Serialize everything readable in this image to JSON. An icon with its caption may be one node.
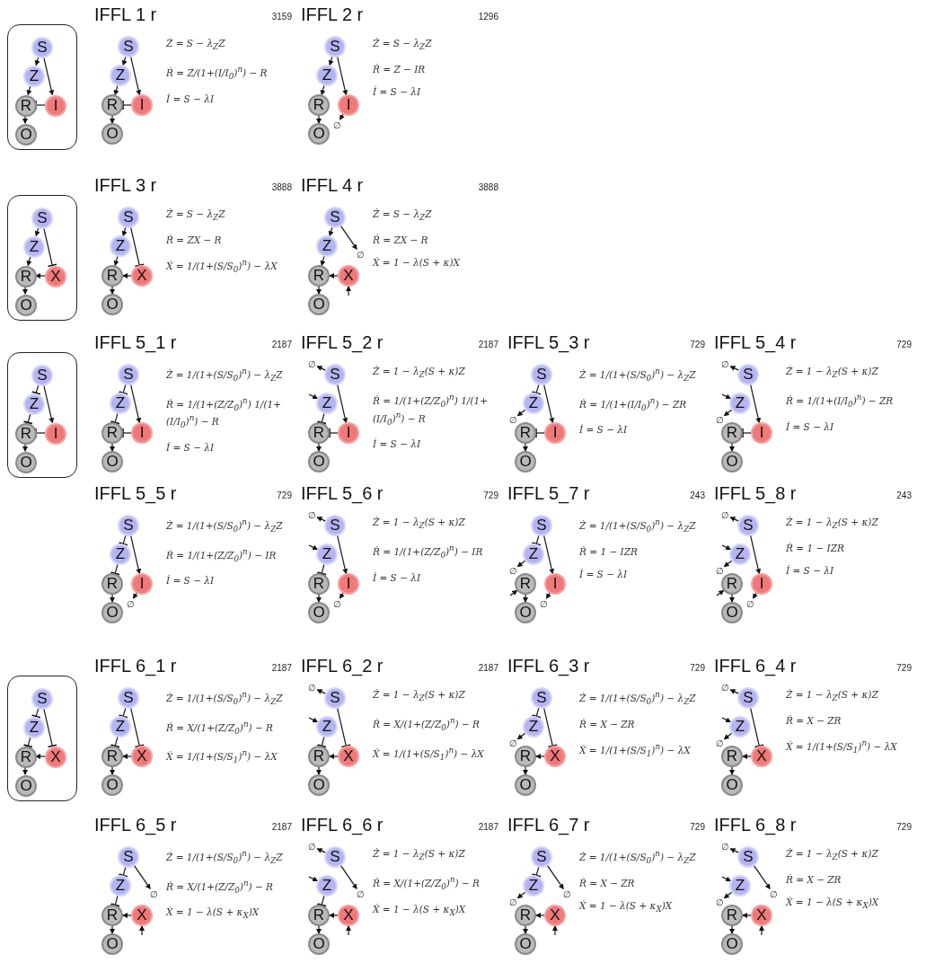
{
  "diagram": {
    "nodes": [
      {
        "text": [],
        "shape": "box"
      },
      {
        "text": [
          "S"
        ],
        "in": 0
      },
      {
        "text": [
          "Z"
        ],
        "in": 0
      },
      {
        "text": [
          "R"
        ],
        "in": 0
      },
      {
        "text": [
          "I"
        ],
        "in": 0
      },
      {
        "text": [
          "O"
        ],
        "in": 0
      },
      {
        "text": [
          "S"
        ]
      },
      {
        "text": [
          "Z"
        ]
      },
      {
        "text": [
          "R"
        ]
      },
      {
        "text": [
          "I"
        ]
      },
      {
        "text": [
          "O"
        ]
      },
      {
        "text": [
          "S"
        ]
      },
      {
        "text": [
          "Z"
        ]
      },
      {
        "text": [
          "R"
        ]
      },
      {
        "text": [
          "I"
        ]
      },
      {
        "text": [
          "O"
        ]
      },
      {
        "text": [
          "∅"
        ]
      },
      {
        "text": [],
        "shape": "box"
      },
      {
        "text": [
          "S"
        ],
        "in": 17
      },
      {
        "text": [
          "Z"
        ],
        "in": 17
      },
      {
        "text": [
          "R"
        ],
        "in": 17
      },
      {
        "text": [
          "X"
        ],
        "in": 17
      },
      {
        "text": [
          "O"
        ],
        "in": 17
      },
      {
        "text": [
          "S"
        ]
      },
      {
        "text": [
          "Z"
        ]
      },
      {
        "text": [
          "R"
        ]
      },
      {
        "text": [
          "X"
        ]
      },
      {
        "text": [
          "O"
        ]
      },
      {
        "text": [
          "S"
        ]
      },
      {
        "text": [
          "Z"
        ]
      },
      {
        "text": [
          "R"
        ]
      },
      {
        "text": [
          "X"
        ]
      },
      {
        "text": [
          "O"
        ]
      },
      {
        "text": [
          "∅"
        ]
      },
      {
        "text": [],
        "shape": "box"
      },
      {
        "text": [
          "S"
        ],
        "in": 34
      },
      {
        "text": [
          "Z"
        ],
        "in": 34
      },
      {
        "text": [
          "R"
        ],
        "in": 34
      },
      {
        "text": [
          "I"
        ],
        "in": 34
      },
      {
        "text": [
          "O"
        ],
        "in": 34
      },
      {
        "text": [
          "S"
        ]
      },
      {
        "text": [
          "Z"
        ]
      },
      {
        "text": [
          "R"
        ]
      },
      {
        "text": [
          "I"
        ]
      },
      {
        "text": [
          "O"
        ]
      },
      {
        "text": [
          "S"
        ]
      },
      {
        "text": [
          "Z"
        ]
      },
      {
        "text": [
          "R"
        ]
      },
      {
        "text": [
          "I"
        ]
      },
      {
        "text": [
          "O"
        ]
      },
      {
        "text": [
          "∅"
        ]
      },
      {
        "text": [
          "S"
        ]
      },
      {
        "text": [
          "Z"
        ]
      },
      {
        "text": [
          "R"
        ]
      },
      {
        "text": [
          "I"
        ]
      },
      {
        "text": [
          "O"
        ]
      },
      {
        "text": [
          "∅"
        ]
      },
      {
        "text": [
          "S"
        ]
      },
      {
        "text": [
          "Z"
        ]
      },
      {
        "text": [
          "R"
        ]
      },
      {
        "text": [
          "I"
        ]
      },
      {
        "text": [
          "O"
        ]
      },
      {
        "text": [
          "∅"
        ]
      },
      {
        "text": [
          "∅"
        ]
      },
      {
        "text": [
          "S"
        ]
      },
      {
        "text": [
          "Z"
        ]
      },
      {
        "text": [
          "R"
        ]
      },
      {
        "text": [
          "I"
        ]
      },
      {
        "text": [
          "O"
        ]
      },
      {
        "text": [
          "∅"
        ]
      },
      {
        "text": [
          "S"
        ]
      },
      {
        "text": [
          "Z"
        ]
      },
      {
        "text": [
          "R"
        ]
      },
      {
        "text": [
          "I"
        ]
      },
      {
        "text": [
          "O"
        ]
      },
      {
        "text": [
          "∅"
        ]
      },
      {
        "text": [
          "∅"
        ]
      },
      {
        "text": [
          "S"
        ]
      },
      {
        "text": [
          "Z"
        ]
      },
      {
        "text": [
          "R"
        ]
      },
      {
        "text": [
          "I"
        ]
      },
      {
        "text": [
          "O"
        ]
      },
      {
        "text": [
          "∅"
        ]
      },
      {
        "text": [
          "∅"
        ]
      },
      {
        "text": [
          "S"
        ]
      },
      {
        "text": [
          "Z"
        ]
      },
      {
        "text": [
          "R"
        ]
      },
      {
        "text": [
          "I"
        ]
      },
      {
        "text": [
          "O"
        ]
      },
      {
        "text": [
          "∅"
        ]
      },
      {
        "text": [
          "∅"
        ]
      },
      {
        "text": [
          "∅"
        ]
      },
      {
        "text": [],
        "shape": "box"
      },
      {
        "text": [
          "S"
        ],
        "in": 92
      },
      {
        "text": [
          "Z"
        ],
        "in": 92
      },
      {
        "text": [
          "R"
        ],
        "in": 92
      },
      {
        "text": [
          "X"
        ],
        "in": 92
      },
      {
        "text": [
          "O"
        ],
        "in": 92
      },
      {
        "text": [
          "S"
        ]
      },
      {
        "text": [
          "Z"
        ]
      },
      {
        "text": [
          "R"
        ]
      },
      {
        "text": [
          "X"
        ]
      },
      {
        "text": [
          "O"
        ]
      },
      {
        "text": [
          "S"
        ]
      },
      {
        "text": [
          "Z"
        ]
      },
      {
        "text": [
          "R"
        ]
      },
      {
        "text": [
          "X"
        ]
      },
      {
        "text": [
          "O"
        ]
      },
      {
        "text": [
          "∅"
        ]
      },
      {
        "text": [
          "S"
        ]
      },
      {
        "text": [
          "Z"
        ]
      },
      {
        "text": [
          "R"
        ]
      },
      {
        "text": [
          "X"
        ]
      },
      {
        "text": [
          "O"
        ]
      },
      {
        "text": [
          "∅"
        ]
      },
      {
        "text": [
          "S"
        ]
      },
      {
        "text": [
          "Z"
        ]
      },
      {
        "text": [
          "R"
        ]
      },
      {
        "text": [
          "X"
        ]
      },
      {
        "text": [
          "O"
        ]
      },
      {
        "text": [
          "∅"
        ]
      },
      {
        "text": [
          "∅"
        ]
      },
      {
        "text": [
          "S"
        ]
      },
      {
        "text": [
          "Z"
        ]
      },
      {
        "text": [
          "R"
        ]
      },
      {
        "text": [
          "X"
        ]
      },
      {
        "text": [
          "O"
        ]
      },
      {
        "text": [
          "∅"
        ]
      },
      {
        "text": [
          "S"
        ]
      },
      {
        "text": [
          "Z"
        ]
      },
      {
        "text": [
          "R"
        ]
      },
      {
        "text": [
          "X"
        ]
      },
      {
        "text": [
          "O"
        ]
      },
      {
        "text": [
          "∅"
        ]
      },
      {
        "text": [
          "∅"
        ]
      },
      {
        "text": [
          "S"
        ]
      },
      {
        "text": [
          "Z"
        ]
      },
      {
        "text": [
          "R"
        ]
      },
      {
        "text": [
          "X"
        ]
      },
      {
        "text": [
          "O"
        ]
      },
      {
        "text": [
          "∅"
        ]
      },
      {
        "text": [
          "∅"
        ]
      },
      {
        "text": [
          "S"
        ]
      },
      {
        "text": [
          "Z"
        ]
      },
      {
        "text": [
          "R"
        ]
      },
      {
        "text": [
          "X"
        ]
      },
      {
        "text": [
          "O"
        ]
      },
      {
        "text": [
          "∅"
        ]
      },
      {
        "text": [
          "∅"
        ]
      },
      {
        "text": [
          "∅"
        ]
      }
    ],
    "edges": [
      {
        "from": 1,
        "to": 2,
        "arrow": "to"
      },
      {
        "from": 2,
        "to": 3,
        "arrow": "to"
      },
      {
        "from": 1,
        "to": 4,
        "arrow": "to"
      },
      {
        "from": 4,
        "to": 3,
        "arrow": "other"
      },
      {
        "from": 3,
        "to": 5,
        "arrow": "to"
      },
      {
        "from": 6,
        "to": 7,
        "arrow": "to"
      },
      {
        "from": 7,
        "to": 8,
        "arrow": "to"
      },
      {
        "from": 6,
        "to": 9,
        "arrow": "to"
      },
      {
        "from": 9,
        "to": 8,
        "arrow": "other"
      },
      {
        "from": 8,
        "to": 10,
        "arrow": "to"
      },
      {
        "from": 11,
        "to": 12,
        "arrow": "to"
      },
      {
        "from": 12,
        "to": 13,
        "arrow": "to"
      },
      {
        "from": 11,
        "to": 14,
        "arrow": "to"
      },
      {
        "from": 14,
        "to": 16,
        "arrow": "to"
      },
      {
        "from": 13,
        "to": 15,
        "arrow": "to"
      },
      {
        "from": 18,
        "to": 19,
        "arrow": "to"
      },
      {
        "from": 19,
        "to": 20,
        "arrow": "to"
      },
      {
        "from": 21,
        "to": 20,
        "arrow": "to"
      },
      {
        "from": 18,
        "to": 21,
        "arrow": "other"
      },
      {
        "from": 20,
        "to": 22,
        "arrow": "to"
      },
      {
        "from": 23,
        "to": 24,
        "arrow": "to"
      },
      {
        "from": 24,
        "to": 25,
        "arrow": "to"
      },
      {
        "from": 26,
        "to": 25,
        "arrow": "to"
      },
      {
        "from": 23,
        "to": 26,
        "arrow": "other"
      },
      {
        "from": 25,
        "to": 27,
        "arrow": "to"
      },
      {
        "from": 28,
        "to": 29,
        "arrow": "to"
      },
      {
        "from": 29,
        "to": 30,
        "arrow": "to"
      },
      {
        "from": 31,
        "to": 30,
        "arrow": "to"
      },
      {
        "from": 28,
        "to": 33,
        "arrow": "to"
      },
      {
        "from": null,
        "to": 31,
        "arrow": "to"
      },
      {
        "from": 30,
        "to": 32,
        "arrow": "to"
      },
      {
        "from": 35,
        "to": 36,
        "arrow": "other"
      },
      {
        "from": 36,
        "to": 37,
        "arrow": "other"
      },
      {
        "from": 35,
        "to": 38,
        "arrow": "to"
      },
      {
        "from": 38,
        "to": 37,
        "arrow": "other"
      },
      {
        "from": 37,
        "to": 39,
        "arrow": "to"
      },
      {
        "from": 40,
        "to": 41,
        "arrow": "other"
      },
      {
        "from": 41,
        "to": 42,
        "arrow": "other"
      },
      {
        "from": 40,
        "to": 43,
        "arrow": "to"
      },
      {
        "from": 43,
        "to": 42,
        "arrow": "other"
      },
      {
        "from": 42,
        "to": 44,
        "arrow": "to"
      },
      {
        "from": 45,
        "to": 50,
        "arrow": "to"
      },
      {
        "from": null,
        "to": 46,
        "arrow": "to"
      },
      {
        "from": 46,
        "to": 47,
        "arrow": "other"
      },
      {
        "from": 45,
        "to": 48,
        "arrow": "to"
      },
      {
        "from": 48,
        "to": 47,
        "arrow": "other"
      },
      {
        "from": 47,
        "to": 49,
        "arrow": "to"
      },
      {
        "from": 51,
        "to": 52,
        "arrow": "other"
      },
      {
        "from": 52,
        "to": 56,
        "arrow": "to"
      },
      {
        "from": 54,
        "to": 53,
        "arrow": "other"
      },
      {
        "from": 51,
        "to": 54,
        "arrow": "to"
      },
      {
        "from": 53,
        "to": 55,
        "arrow": "to"
      },
      {
        "from": null,
        "to": 58,
        "arrow": "to"
      },
      {
        "from": 57,
        "to": 62,
        "arrow": "to"
      },
      {
        "from": 58,
        "to": 63,
        "arrow": "to"
      },
      {
        "from": 60,
        "to": 59,
        "arrow": "other"
      },
      {
        "from": 57,
        "to": 60,
        "arrow": "to"
      },
      {
        "from": 59,
        "to": 61,
        "arrow": "to"
      },
      {
        "from": 64,
        "to": 65,
        "arrow": "other"
      },
      {
        "from": 65,
        "to": 66,
        "arrow": "other"
      },
      {
        "from": 67,
        "to": 69,
        "arrow": "to"
      },
      {
        "from": 64,
        "to": 67,
        "arrow": "to"
      },
      {
        "from": 66,
        "to": 68,
        "arrow": "to"
      },
      {
        "from": null,
        "to": 71,
        "arrow": "to"
      },
      {
        "from": 70,
        "to": 75,
        "arrow": "to"
      },
      {
        "from": 71,
        "to": 72,
        "arrow": "other"
      },
      {
        "from": 73,
        "to": 76,
        "arrow": "to"
      },
      {
        "from": 70,
        "to": 73,
        "arrow": "to"
      },
      {
        "from": 72,
        "to": 74,
        "arrow": "to"
      },
      {
        "from": 77,
        "to": 78,
        "arrow": "other"
      },
      {
        "from": null,
        "to": 79,
        "arrow": "to"
      },
      {
        "from": 78,
        "to": 82,
        "arrow": "to"
      },
      {
        "from": 80,
        "to": 83,
        "arrow": "to"
      },
      {
        "from": 77,
        "to": 80,
        "arrow": "to"
      },
      {
        "from": 79,
        "to": 81,
        "arrow": "to"
      },
      {
        "from": null,
        "to": 85,
        "arrow": "to"
      },
      {
        "from": 84,
        "to": 89,
        "arrow": "to"
      },
      {
        "from": null,
        "to": 86,
        "arrow": "to"
      },
      {
        "from": 85,
        "to": 90,
        "arrow": "to"
      },
      {
        "from": 87,
        "to": 91,
        "arrow": "to"
      },
      {
        "from": 84,
        "to": 87,
        "arrow": "to"
      },
      {
        "from": 86,
        "to": 88,
        "arrow": "to"
      },
      {
        "from": 93,
        "to": 94,
        "arrow": "other"
      },
      {
        "from": 94,
        "to": 95,
        "arrow": "other"
      },
      {
        "from": 93,
        "to": 96,
        "arrow": "other"
      },
      {
        "from": 96,
        "to": 95,
        "arrow": "to"
      },
      {
        "from": 95,
        "to": 97,
        "arrow": "to"
      },
      {
        "from": 98,
        "to": 99,
        "arrow": "other"
      },
      {
        "from": 99,
        "to": 100,
        "arrow": "other"
      },
      {
        "from": 98,
        "to": 101,
        "arrow": "other"
      },
      {
        "from": 101,
        "to": 100,
        "arrow": "to"
      },
      {
        "from": 100,
        "to": 102,
        "arrow": "to"
      },
      {
        "from": null,
        "to": 104,
        "arrow": "to"
      },
      {
        "from": 103,
        "to": 108,
        "arrow": "to"
      },
      {
        "from": 104,
        "to": 105,
        "arrow": "other"
      },
      {
        "from": 103,
        "to": 106,
        "arrow": "other"
      },
      {
        "from": 106,
        "to": 105,
        "arrow": "to"
      },
      {
        "from": 105,
        "to": 107,
        "arrow": "to"
      },
      {
        "from": 109,
        "to": 110,
        "arrow": "other"
      },
      {
        "from": 110,
        "to": 114,
        "arrow": "to"
      },
      {
        "from": 109,
        "to": 112,
        "arrow": "other"
      },
      {
        "from": 112,
        "to": 111,
        "arrow": "to"
      },
      {
        "from": 111,
        "to": 113,
        "arrow": "to"
      },
      {
        "from": null,
        "to": 116,
        "arrow": "to"
      },
      {
        "from": 115,
        "to": 120,
        "arrow": "to"
      },
      {
        "from": 116,
        "to": 121,
        "arrow": "to"
      },
      {
        "from": 115,
        "to": 118,
        "arrow": "other"
      },
      {
        "from": 118,
        "to": 117,
        "arrow": "to"
      },
      {
        "from": 117,
        "to": 119,
        "arrow": "to"
      },
      {
        "from": 122,
        "to": 123,
        "arrow": "other"
      },
      {
        "from": 123,
        "to": 124,
        "arrow": "other"
      },
      {
        "from": 122,
        "to": 127,
        "arrow": "to"
      },
      {
        "from": null,
        "to": 125,
        "arrow": "to"
      },
      {
        "from": 125,
        "to": 124,
        "arrow": "to"
      },
      {
        "from": 124,
        "to": 126,
        "arrow": "to"
      },
      {
        "from": null,
        "to": 129,
        "arrow": "to"
      },
      {
        "from": 128,
        "to": 133,
        "arrow": "to"
      },
      {
        "from": 129,
        "to": 130,
        "arrow": "other"
      },
      {
        "from": 128,
        "to": 134,
        "arrow": "to"
      },
      {
        "from": null,
        "to": 131,
        "arrow": "to"
      },
      {
        "from": 131,
        "to": 130,
        "arrow": "to"
      },
      {
        "from": 130,
        "to": 132,
        "arrow": "to"
      },
      {
        "from": 135,
        "to": 136,
        "arrow": "other"
      },
      {
        "from": 136,
        "to": 140,
        "arrow": "to"
      },
      {
        "from": 135,
        "to": 141,
        "arrow": "to"
      },
      {
        "from": null,
        "to": 138,
        "arrow": "to"
      },
      {
        "from": 138,
        "to": 137,
        "arrow": "to"
      },
      {
        "from": 137,
        "to": 139,
        "arrow": "to"
      },
      {
        "from": null,
        "to": 143,
        "arrow": "to"
      },
      {
        "from": 142,
        "to": 147,
        "arrow": "to"
      },
      {
        "from": 143,
        "to": 148,
        "arrow": "to"
      },
      {
        "from": 142,
        "to": 149,
        "arrow": "to"
      },
      {
        "from": null,
        "to": 145,
        "arrow": "to"
      },
      {
        "from": 145,
        "to": 144,
        "arrow": "to"
      },
      {
        "from": 144,
        "to": 146,
        "arrow": "to"
      }
    ],
    "labels": [
      "IFFL 1 r",
      "3159",
      "Ż = S − λ$_{Z}$Z",
      "Ṙ = Z/(1+(I/I$_{0}$)$^{n}$) − R",
      "İ = S − λI",
      "IFFL 2 r",
      "1296",
      "Ż = S − λ$_{Z}$Z",
      "Ṙ = Z − IR",
      "İ = S − λI",
      "IFFL 3 r",
      "3888",
      "Ż = S − λ$_{Z}$Z",
      "Ṙ = ZX − R",
      "Ẋ = 1/(1+(S/S$_{0}$)$^{n}$) − λX",
      "IFFL 4 r",
      "3888",
      "Ż = S − λ$_{Z}$Z",
      "Ṙ = ZX − R",
      "Ẋ = 1 − λ(S + κ)X",
      "IFFL 5_1 r",
      "2187",
      "Ż = 1/(1+(S/S$_{0}$)$^{n}$) − λ$_{Z}$Z",
      "Ṙ = 1/(1+(Z/Z$_{0}$)$^{n}$) 1/(1+(I/I$_{0}$)$^{n}$) − R",
      "İ = S − λI",
      "IFFL 5_2 r",
      "2187",
      "Ż = 1 − λ$_{Z}$(S + κ)Z",
      "Ṙ = 1/(1+(Z/Z$_{0}$)$^{n}$) 1/(1+(I/I$_{0}$)$^{n}$) − R",
      "İ = S − λI",
      "IFFL 5_3 r",
      "729",
      "Ż = 1/(1+(S/S$_{0}$)$^{n}$) − λ$_{Z}$Z",
      "Ṙ = 1/(1+(I/I$_{0}$)$^{n}$) − ZR",
      "İ = S − λI",
      "IFFL 5_4 r",
      "729",
      "Ż = 1 − λ$_{Z}$(S + κ)Z",
      "Ṙ = 1/(1+(I/I$_{0}$)$^{n}$) − ZR",
      "İ = S − λI",
      "IFFL 5_5 r",
      "729",
      "Ż = 1/(1+(S/S$_{0}$)$^{n}$) − λ$_{Z}$Z",
      "Ṙ = 1/(1+(Z/Z$_{0}$)$^{n}$) − IR",
      "İ = S − λI",
      "IFFL 5_6 r",
      "729",
      "Ż = 1 − λ$_{Z}$(S + κ)Z",
      "Ṙ = 1/(1+(Z/Z$_{0}$)$^{n}$) − IR",
      "İ = S − λI",
      "IFFL 5_7 r",
      "243",
      "Ż = 1/(1+(S/S$_{0}$)$^{n}$) − λ$_{Z}$Z",
      "Ṙ = 1 − IZR",
      "İ = S − λI",
      "IFFL 5_8 r",
      "243",
      "Ż = 1 − λ$_{Z}$(S + κ)Z",
      "Ṙ = 1 − IZR",
      "İ = S − λI",
      "IFFL 6_1 r",
      "2187",
      "Ż = 1/(1+(S/S$_{0}$)$^{n}$) − λ$_{Z}$Z",
      "Ṙ = X/(1+(Z/Z$_{0}$)$^{n}$) − R",
      "Ẋ = 1/(1+(S/S$_{1}$)$^{n}$) − λX",
      "IFFL 6_2 r",
      "2187",
      "Ż = 1 − λ$_{Z}$(S + κ)Z",
      "Ṙ = X/(1+(Z/Z$_{0}$)$^{n}$) − R",
      "Ẋ = 1/(1+(S/S$_{1}$)$^{n}$) − λX",
      "IFFL 6_3 r",
      "729",
      "Ż = 1/(1+(S/S$_{0}$)$^{n}$) − λ$_{Z}$Z",
      "Ṙ = X − ZR",
      "Ẋ = 1/(1+(S/S$_{1}$)$^{n}$) − λX",
      "IFFL 6_4 r",
      "729",
      "Ż = 1 − λ$_{Z}$(S + κ)Z",
      "Ṙ = X − ZR",
      "Ẋ = 1/(1+(S/S$_{1}$)$^{n}$) − λX",
      "IFFL 6_5 r",
      "2187",
      "Ż = 1/(1+(S/S$_{0}$)$^{n}$) − λ$_{Z}$Z",
      "Ṙ = X/(1+(Z/Z$_{0}$)$^{n}$) − R",
      "Ẋ = 1 − λ(S + κ$_{X}$)X",
      "IFFL 6_6 r",
      "2187",
      "Ż = 1 − λ$_{Z}$(S + κ)Z",
      "Ṙ = X/(1+(Z/Z$_{0}$)$^{n}$) − R",
      "Ẋ = 1 − λ(S + κ$_{X}$)X",
      "IFFL 6_7 r",
      "729",
      "Ż = 1/(1+(S/S$_{0}$)$^{n}$) − λ$_{Z}$Z",
      "Ṙ = X − ZR",
      "Ẋ = 1 − λ(S + κ$_{X}$)X",
      "IFFL 6_8 r",
      "729",
      "Ż = 1 − λ$_{Z}$(S + κ)Z",
      "Ṙ = X − ZR",
      "Ẋ = 1 − λ(S + κ$_{X}$)X"
    ]
  }
}
